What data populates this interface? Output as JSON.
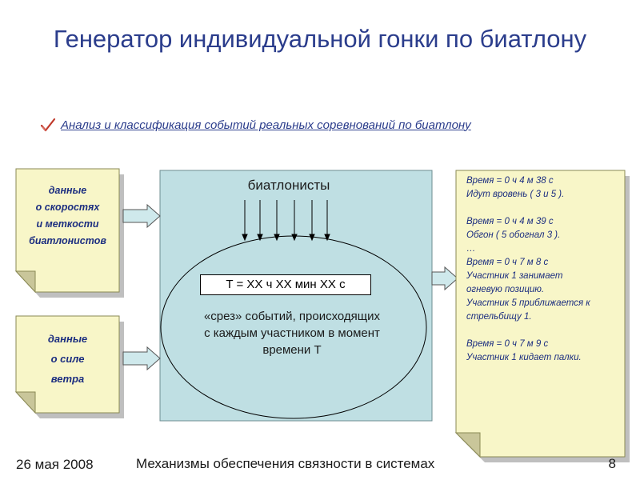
{
  "title": "Генератор индивидуальной гонки по биатлону",
  "subtitle": "Анализ и классификация событий реальных соревнований по биатлону",
  "icons": {
    "bullet": "checkmark-icon",
    "input_arrow": "block-arrow-right-icon"
  },
  "colors": {
    "title": "#2b3d8c",
    "note_fill": "#f8f6c8",
    "generator_fill": "#bfdfe3",
    "note_text": "#1c2e80"
  },
  "input_speed": {
    "lines": [
      "данные",
      "о скоростях",
      "и меткости",
      "биатлонистов"
    ]
  },
  "input_wind": {
    "lines": [
      "данные",
      "о силе",
      "ветра"
    ]
  },
  "generator": {
    "athletes_label": "биатлонисты",
    "time_label": "T = XX ч XX мин XX с",
    "slice_text": "«срез» событий, происходящих с каждым участником в момент времени T"
  },
  "output_log": {
    "lines": [
      "Время = 0 ч 4 м 38 с",
      "Идут вровень ( 3 и 5 ).",
      "",
      "Время = 0 ч 4 м 39 с",
      "Обгон ( 5 обогнал 3 ).",
      "…",
      "Время = 0 ч 7 м 8 с",
      "Участник 1 занимает",
      "огневую позицию.",
      "Участник 5 приближается к",
      "стрельбищу 1.",
      "",
      "Время = 0 ч 7 м 9 с",
      "Участник 1 кидает палки."
    ]
  },
  "footer": {
    "date": "26 мая 2008",
    "center": "Механизмы обеспечения связности в системах",
    "page": "8"
  }
}
